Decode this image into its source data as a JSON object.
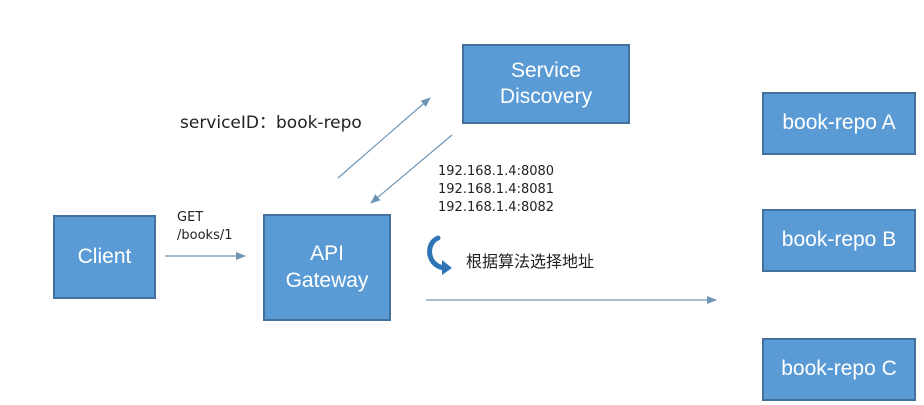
{
  "nodes": {
    "client": "Client",
    "gateway_line1": "API",
    "gateway_line2": "Gateway",
    "discovery_line1": "Service",
    "discovery_line2": "Discovery",
    "repo_a": "book-repo A",
    "repo_b": "book-repo B",
    "repo_c": "book-repo C"
  },
  "labels": {
    "service_id": "serviceID：book-repo",
    "request_method": "GET",
    "request_path": "/books/1",
    "addresses": [
      "192.168.1.4:8080",
      "192.168.1.4:8081",
      "192.168.1.4:8082"
    ],
    "select_note": "根据算法选择地址"
  },
  "colors": {
    "box_fill": "#5b9bd5",
    "box_border": "#41719c",
    "arrow": "#6f94b4"
  }
}
